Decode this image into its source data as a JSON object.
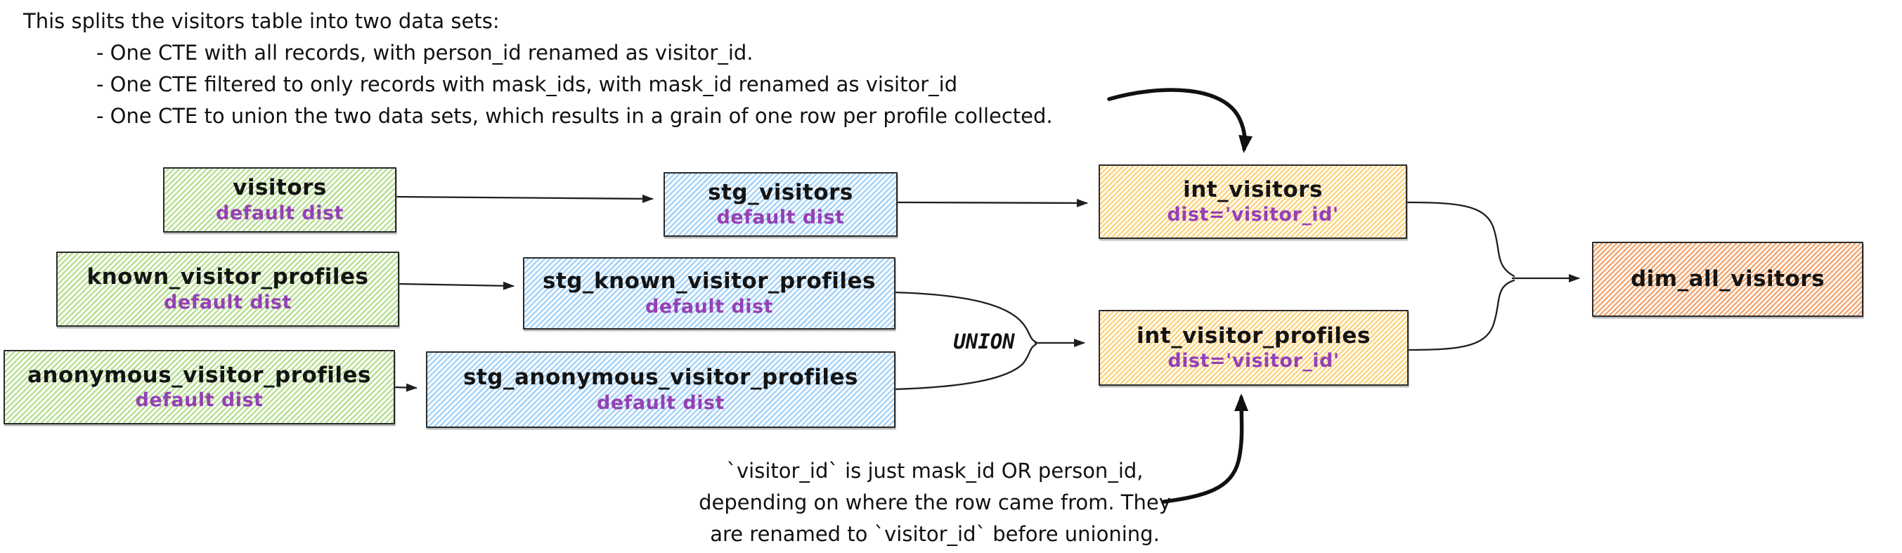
{
  "annotations": {
    "top": {
      "intro": "This splits the visitors table into two data sets:",
      "bullets": [
        "- One CTE with all records, with person_id renamed as visitor_id.",
        "- One CTE filtered to only records with mask_ids, with mask_id renamed as visitor_id",
        "- One CTE to union the two data sets, which results in a grain of one row per profile collected."
      ]
    },
    "bottom": {
      "lines": [
        "`visitor_id` is just mask_id OR person_id,",
        "depending on where the row came from. They",
        "are renamed to `visitor_id` before unioning."
      ]
    }
  },
  "union_label": "UNION",
  "nodes": {
    "visitors": {
      "title": "visitors",
      "subtitle": "default dist"
    },
    "stg_visitors": {
      "title": "stg_visitors",
      "subtitle": "default dist"
    },
    "int_visitors": {
      "title": "int_visitors",
      "subtitle": "dist='visitor_id'"
    },
    "known_visitor_profiles": {
      "title": "known_visitor_profiles",
      "subtitle": "default dist"
    },
    "stg_known_visitor_profiles": {
      "title": "stg_known_visitor_profiles",
      "subtitle": "default dist"
    },
    "anonymous_visitor_profiles": {
      "title": "anonymous_visitor_profiles",
      "subtitle": "default dist"
    },
    "stg_anonymous_visitor_profiles": {
      "title": "stg_anonymous_visitor_profiles",
      "subtitle": "default dist"
    },
    "int_visitor_profiles": {
      "title": "int_visitor_profiles",
      "subtitle": "dist='visitor_id'"
    },
    "dim_all_visitors": {
      "title": "dim_all_visitors"
    }
  },
  "colors": {
    "green_hatch": "#b9e096",
    "blue_hatch": "#a6d3f8",
    "yellow_hatch": "#fcd480",
    "orange_hatch": "#f3a873",
    "purple_text": "#9540b5",
    "ink": "#1e1e1e"
  }
}
